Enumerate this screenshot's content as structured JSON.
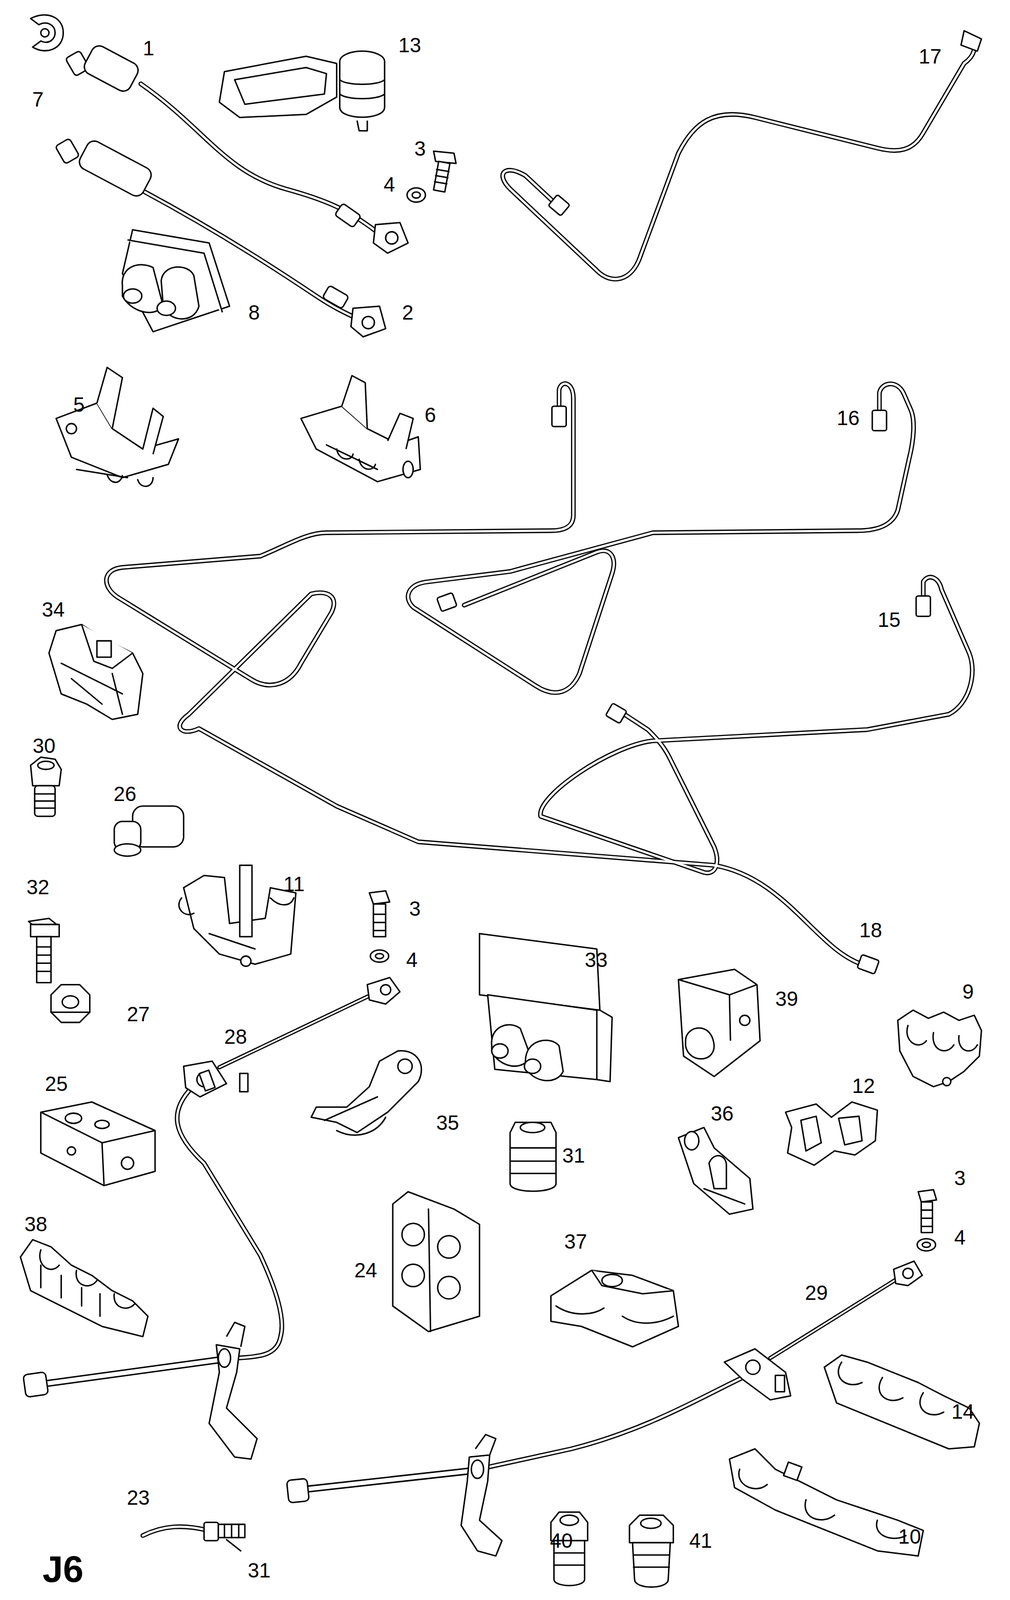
{
  "diagram": {
    "labels": [
      "1",
      "13",
      "7",
      "17",
      "3",
      "4",
      "8",
      "2",
      "5",
      "6",
      "16",
      "34",
      "15",
      "30",
      "26",
      "11",
      "32",
      "3",
      "18",
      "4",
      "33",
      "39",
      "9",
      "27",
      "28",
      "25",
      "12",
      "35",
      "36",
      "31",
      "3",
      "4",
      "38",
      "37",
      "24",
      "29",
      "14",
      "23",
      "10",
      "40",
      "41",
      "31",
      "J6"
    ]
  }
}
